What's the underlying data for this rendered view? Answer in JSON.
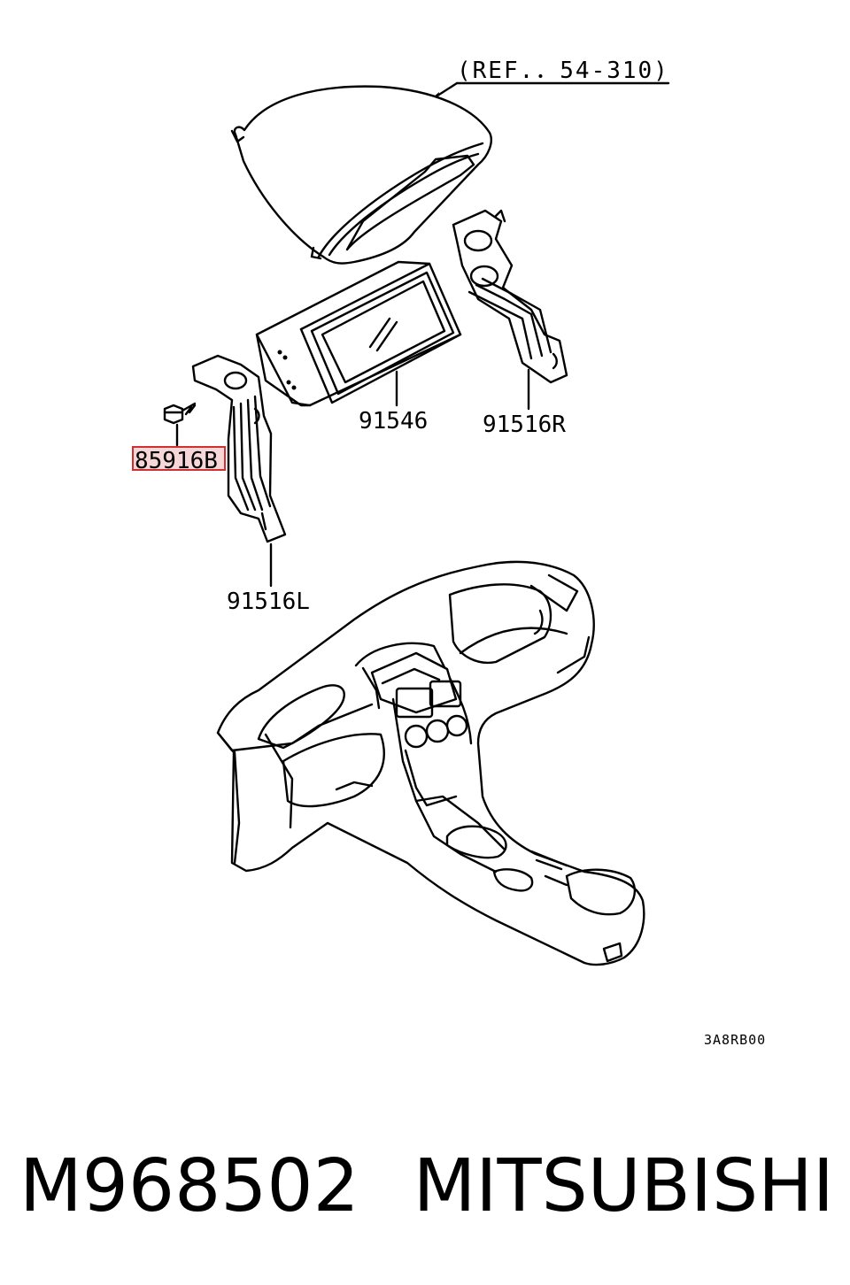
{
  "diagram": {
    "reference": "(REF.．54-310)",
    "callouts": [
      {
        "id": "85916B",
        "label": "85916B",
        "highlighted": true
      },
      {
        "id": "91546",
        "label": "91546",
        "highlighted": false
      },
      {
        "id": "91516R",
        "label": "91516R",
        "highlighted": false
      },
      {
        "id": "91516L",
        "label": "91516L",
        "highlighted": false
      }
    ],
    "drawing_code": "3A8RB00"
  },
  "caption": {
    "part_number": "M968502",
    "brand": "MITSUBISHI"
  },
  "colors": {
    "line": "#000000",
    "highlight_fill": "#f6d6d6",
    "highlight_stroke": "#d03030"
  }
}
